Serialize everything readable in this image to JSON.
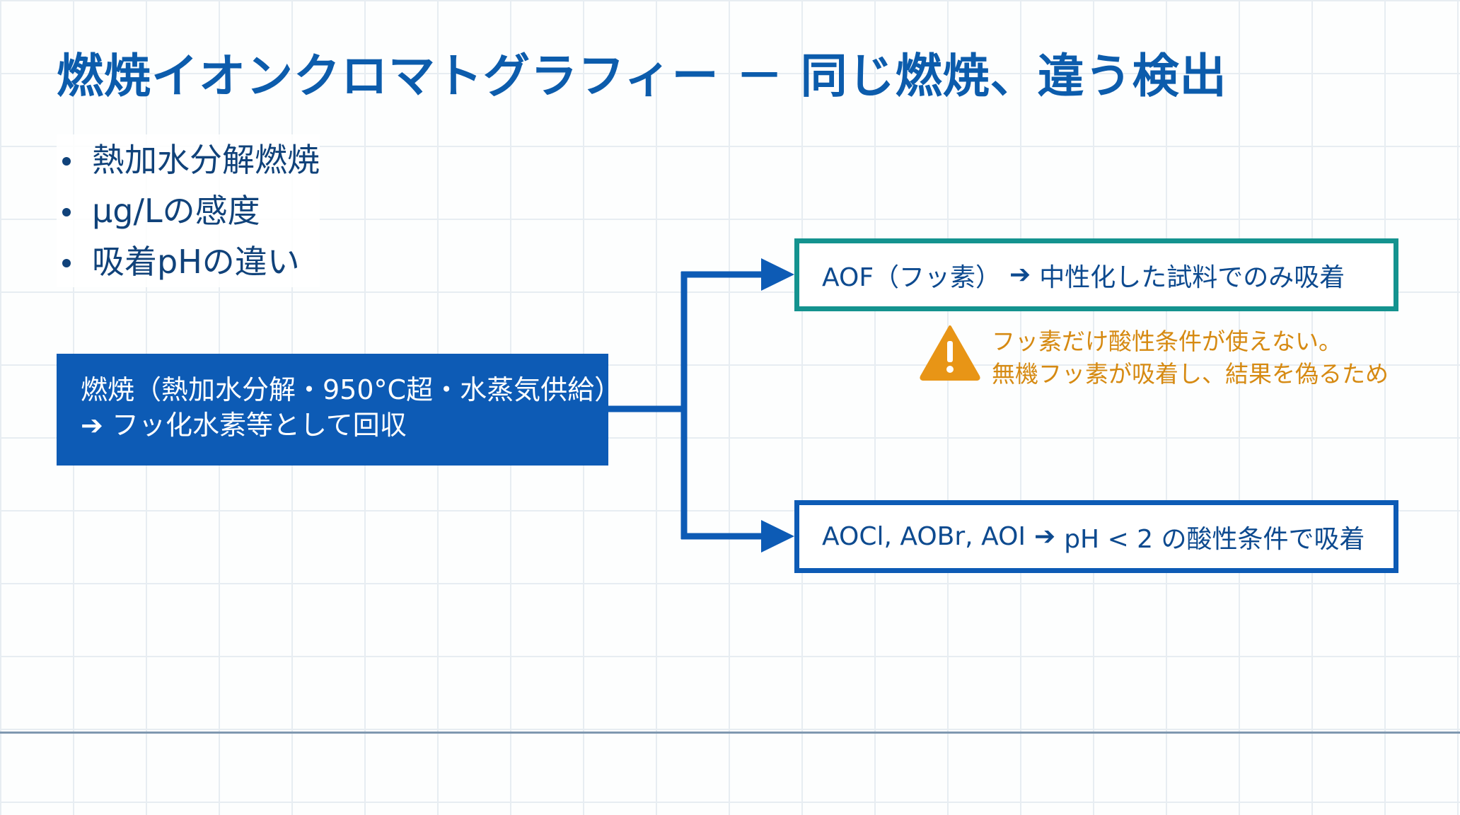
{
  "title": "燃焼イオンクロマトグラフィー － 同じ燃焼、違う検出",
  "bullets": [
    "熱加水分解燃焼",
    "µg/Lの感度",
    "吸着pHの違い"
  ],
  "source_box": {
    "line1": "燃焼（熱加水分解・950°C超・水蒸気供給）",
    "arrow": "➔",
    "line2": "フッ化水素等として回収"
  },
  "aof_box": {
    "label": "AOF（フッ素）",
    "arrow": "➔",
    "text": "中性化した試料でのみ吸着"
  },
  "warning": {
    "icon": "warning-triangle-icon",
    "line1": "フッ素だけ酸性条件が使えない。",
    "line2": "無機フッ素が吸着し、結果を偽るため"
  },
  "aox_box": {
    "label": "AOCl, AOBr, AOI",
    "arrow": "➔",
    "text": "pH < 2 の酸性条件で吸着"
  },
  "colors": {
    "title": "#0c5cac",
    "source_fill": "#0d5bb5",
    "aof_border": "#14938f",
    "aox_border": "#0d5bb5",
    "warning": "#d68a12",
    "connector": "#0d5bb5"
  }
}
